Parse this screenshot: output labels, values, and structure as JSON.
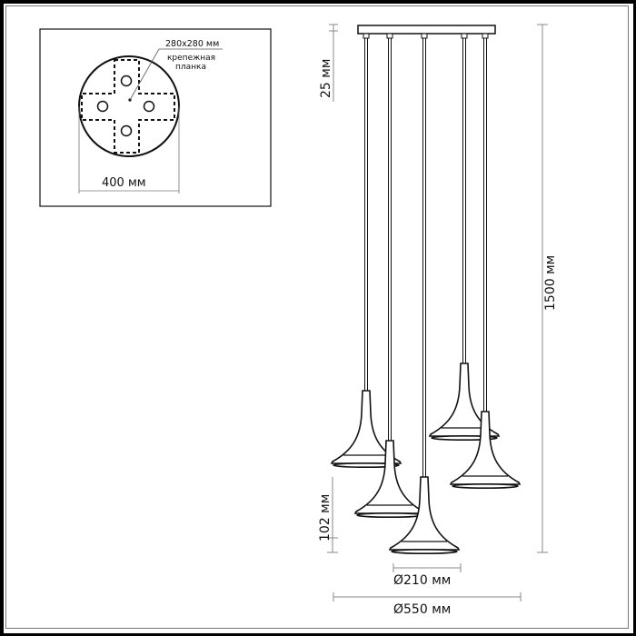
{
  "inset": {
    "mounting_plate_size": "280x280 мм",
    "mounting_plate_label_line1": "крепежная",
    "mounting_plate_label_line2": "планка",
    "canopy_diameter": "400 мм"
  },
  "dimensions": {
    "canopy_height": "25 мм",
    "total_height": "1500 мм",
    "shade_height": "102 мм",
    "shade_diameter": "Ø210 мм",
    "overall_diameter": "Ø550 мм"
  },
  "colors": {
    "line": "#111111",
    "dimension_line": "#888888",
    "frame": "#000000"
  }
}
